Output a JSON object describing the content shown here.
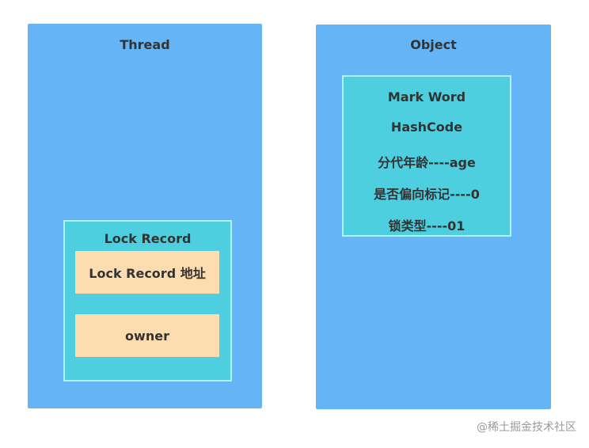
{
  "thread": {
    "title": "Thread",
    "lock_record": {
      "title": "Lock Record",
      "fields": [
        "Lock Record 地址",
        "owner"
      ]
    }
  },
  "object": {
    "title": "Object",
    "mark_word": {
      "title": "Mark Word",
      "lines": [
        "HashCode",
        "分代年龄----age",
        "是否偏向标记----0",
        "锁类型----01"
      ]
    }
  },
  "watermark": "@稀土掘金技术社区",
  "colors": {
    "panel": "#65b5f6",
    "inner_box": "#4ecfe0",
    "field": "#fddcaf",
    "text": "#333333"
  }
}
